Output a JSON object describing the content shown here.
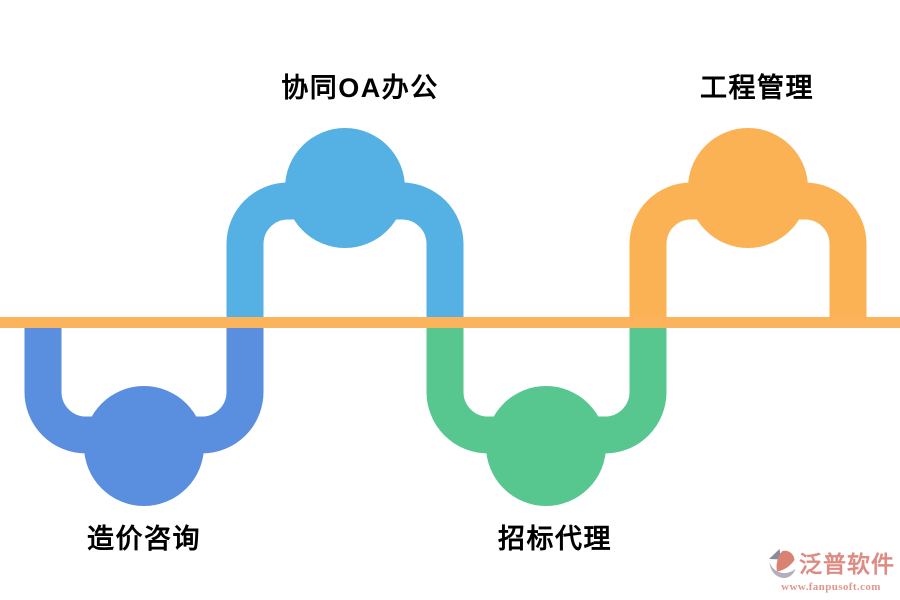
{
  "labels": {
    "oa": "协同OA办公",
    "engineering": "工程管理",
    "cost": "造价咨询",
    "bidding": "招标代理"
  },
  "colors": {
    "royal_blue": "#5A8EDF",
    "sky_blue": "#55B0E4",
    "green": "#57C78F",
    "orange": "#FBB254",
    "baseline": "#FBB45C",
    "label_text": "#000000"
  },
  "logo": {
    "icon": "fanpu-swirl-icon",
    "name": "泛普软件",
    "url": "www.fanpusoft.com",
    "name_color": "#DE8C83",
    "url_color": "#E0988E"
  }
}
